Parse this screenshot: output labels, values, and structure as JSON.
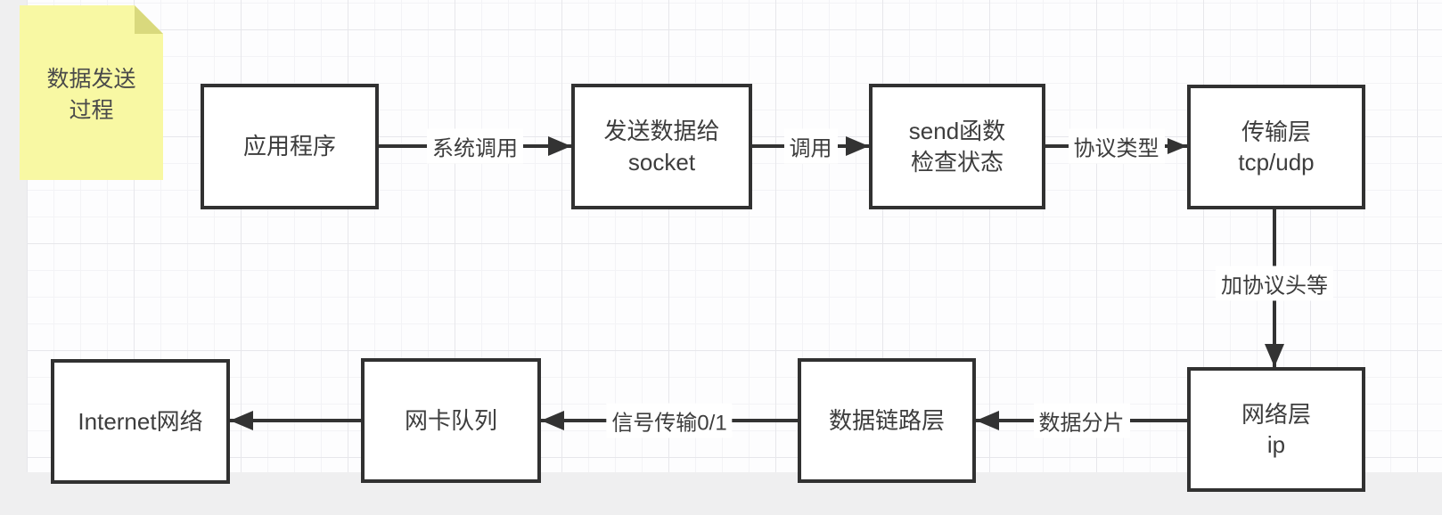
{
  "note": {
    "lines": [
      "数据发送",
      "过程"
    ]
  },
  "nodes": [
    {
      "name": "app",
      "lines": [
        "应用程序"
      ]
    },
    {
      "name": "send-to-socket",
      "lines": [
        "发送数据给",
        "socket"
      ]
    },
    {
      "name": "send-check",
      "lines": [
        "send函数",
        "检查状态"
      ]
    },
    {
      "name": "transport-layer",
      "lines": [
        "传输层",
        "tcp/udp"
      ]
    },
    {
      "name": "network-layer",
      "lines": [
        "网络层",
        "ip"
      ]
    },
    {
      "name": "data-link-layer",
      "lines": [
        "数据链路层"
      ]
    },
    {
      "name": "nic-queue",
      "lines": [
        "网卡队列"
      ]
    },
    {
      "name": "internet",
      "lines": [
        "Internet网络"
      ]
    }
  ],
  "edges": [
    {
      "from": "app",
      "to": "send-to-socket",
      "label": "系统调用"
    },
    {
      "from": "send-to-socket",
      "to": "send-check",
      "label": "调用"
    },
    {
      "from": "send-check",
      "to": "transport-layer",
      "label": "协议类型"
    },
    {
      "from": "transport-layer",
      "to": "network-layer",
      "label": "加协议头等"
    },
    {
      "from": "network-layer",
      "to": "data-link-layer",
      "label": "数据分片"
    },
    {
      "from": "data-link-layer",
      "to": "nic-queue",
      "label": "信号传输0/1"
    },
    {
      "from": "nic-queue",
      "to": "internet",
      "label": ""
    }
  ],
  "colors": {
    "stroke": "#333333",
    "text": "#3d3d3d",
    "note_fill": "#f8f8a3",
    "note_fold": "#d9d97d",
    "canvas_bg": "#fdfdfe",
    "grid_minor": "#f3f3f6",
    "grid_major": "#e7e7eb",
    "outside_bg": "#efeff0"
  }
}
